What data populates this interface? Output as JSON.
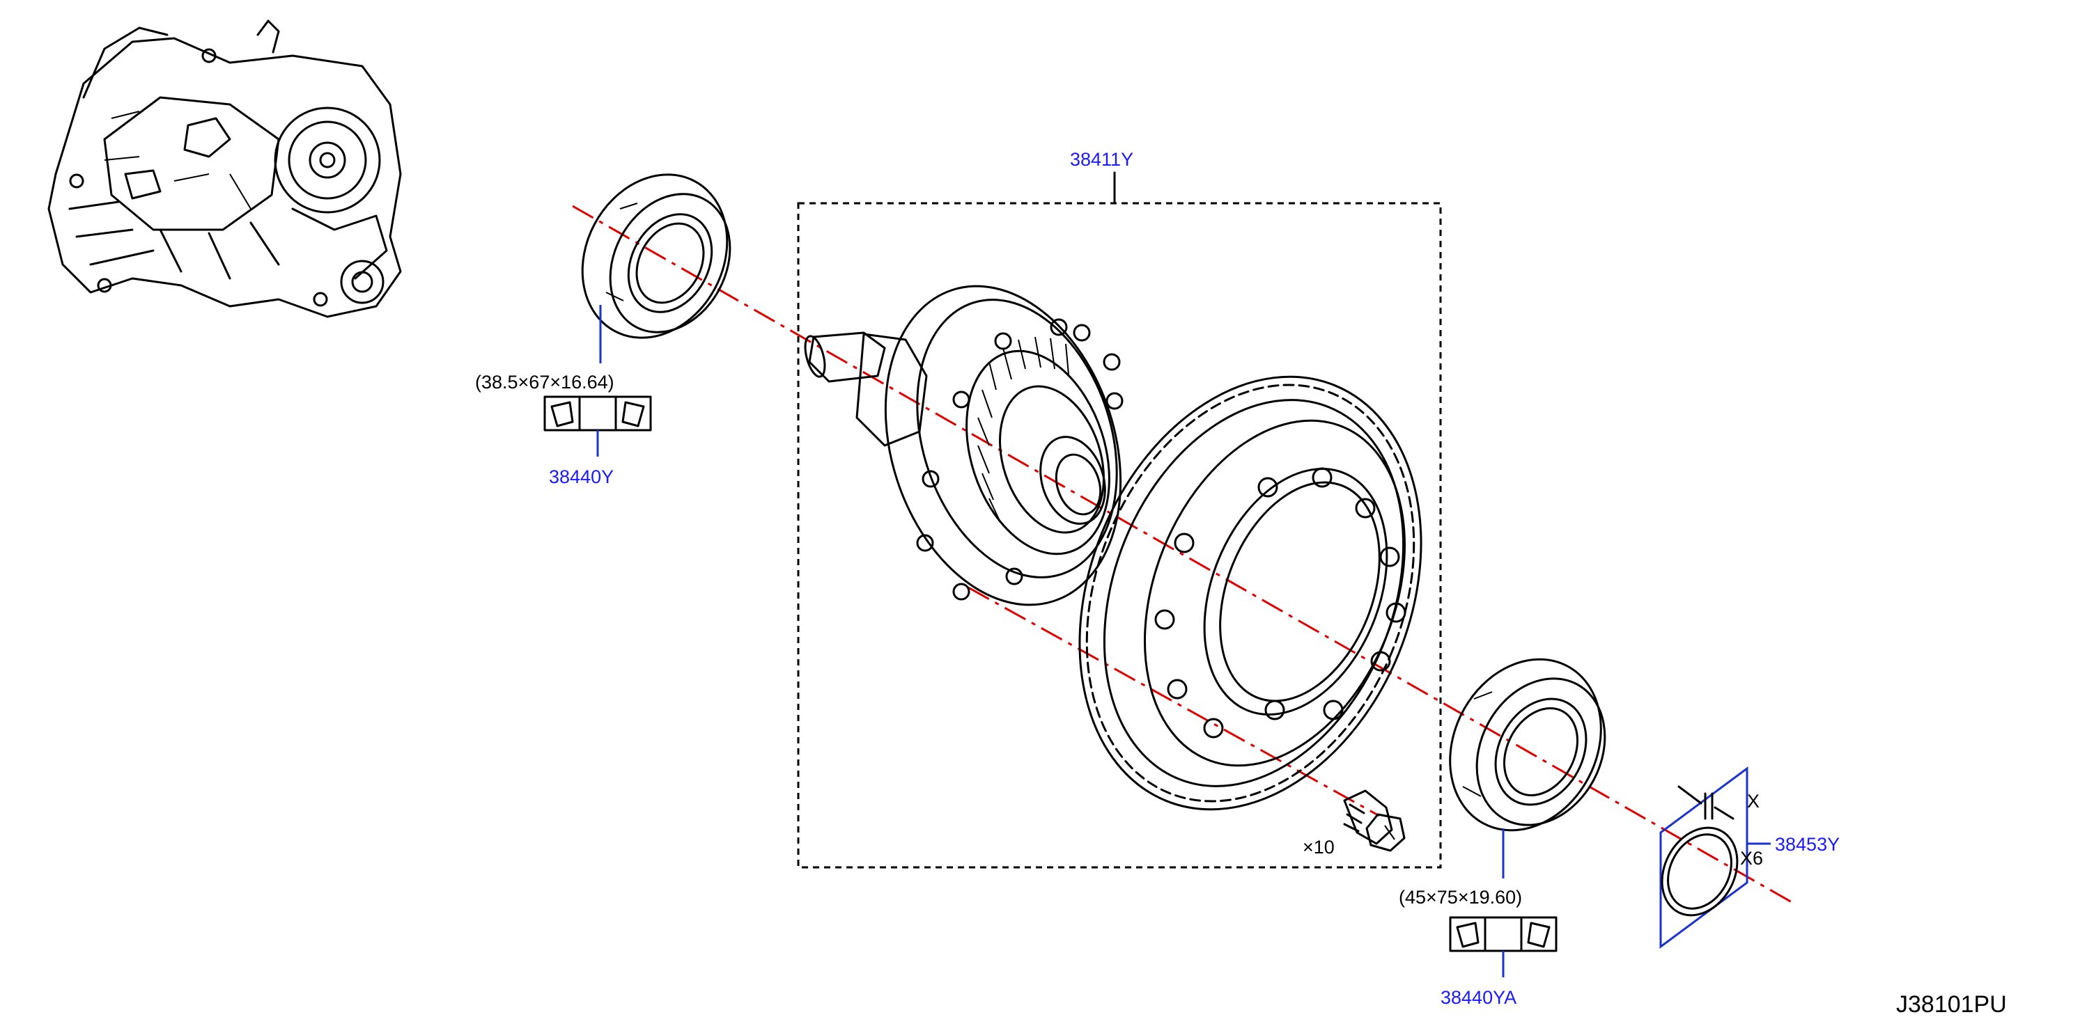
{
  "callouts": {
    "assembly": "38411Y",
    "bearing_left": "38440Y",
    "bearing_right": "38440YA",
    "shim": "38453Y"
  },
  "dimensions": {
    "bearing_left": "(38.5×67×16.64)",
    "bearing_right": "(45×75×19.60)"
  },
  "annotations": {
    "bolt_qty": "×10",
    "shim_x": "X",
    "shim_qty": "X6"
  },
  "diagram_id": "J38101PU",
  "colors": {
    "callout": "#1a1aff",
    "leader": "#1a33cc",
    "axis": "#e00000",
    "ink": "#000000"
  },
  "icons": [
    "transmission-thumbnail",
    "taper-bearing-symbol"
  ]
}
